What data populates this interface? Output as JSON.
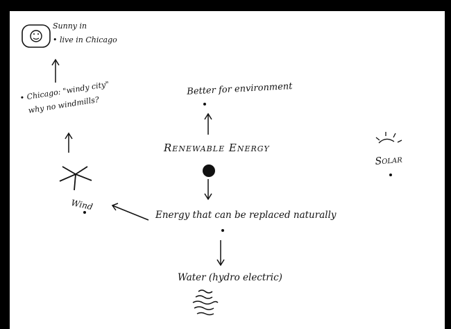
{
  "sketch": {
    "center": "Renewable Energy",
    "top": "Better for environment",
    "middle": "Energy that can be replaced naturally",
    "wind": "Wind",
    "wind_note_1": "• Chicago: \"windy city\"",
    "wind_note_2": "why no windmills?",
    "corner_1": "Sunny in",
    "corner_2": "• live in Chicago",
    "solar": "Solar",
    "water": "Water (hydro electric)"
  }
}
